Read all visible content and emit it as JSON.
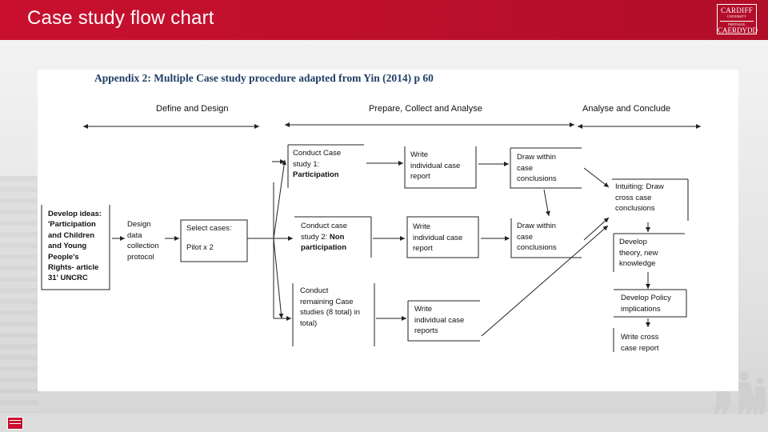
{
  "header": {
    "title": "Case study flow chart",
    "accent": "#c8102e"
  },
  "logo": {
    "line1": "CARDIFF",
    "line2": "UNIVERSITY",
    "line3": "PRIFYSGOL",
    "line4": "CAERDYDD"
  },
  "diagram": {
    "appendix_title": "Appendix 2: Multiple Case study procedure adapted from Yin (2014) p 60",
    "phases": {
      "define": "Define and Design",
      "prepare": "Prepare, Collect and Analyse",
      "conclude": "Analyse and Conclude"
    },
    "boxes": {
      "develop_ideas": [
        "Develop ideas:",
        "'Participation",
        "and Children",
        "and Young",
        "People's",
        "Rights- article",
        "31' UNCRC"
      ],
      "design_protocol": [
        "Design",
        "data",
        "collection",
        "protocol"
      ],
      "select_cases": [
        "Select cases:",
        "",
        "Pilot x 2"
      ],
      "case1": {
        "line1": "Conduct Case",
        "line2": "study 1:",
        "bold": "Participation"
      },
      "case2": {
        "line1": "Conduct case",
        "line2": "study 2:",
        "bold_inline": "Non",
        "bold": "participation"
      },
      "case_rest": [
        "Conduct",
        "remaining Case",
        "studies (8 total) in",
        "total)"
      ],
      "report1": [
        "Write",
        "individual case",
        "report"
      ],
      "report2": [
        "Write",
        "individual case",
        "report"
      ],
      "report_rest": [
        "Write",
        "individual case",
        "reports"
      ],
      "concl1": [
        "Draw within",
        "case",
        "conclusions"
      ],
      "concl2": [
        "Draw within",
        "case",
        "conclusions"
      ],
      "intuiting": [
        "Intuiting: Draw",
        "cross case",
        "conclusions"
      ],
      "theory": [
        "Develop",
        "theory, new",
        "knowledge"
      ],
      "policy": [
        "Develop Policy",
        "implications"
      ],
      "cross_report": [
        "Write cross",
        "case report"
      ]
    }
  }
}
